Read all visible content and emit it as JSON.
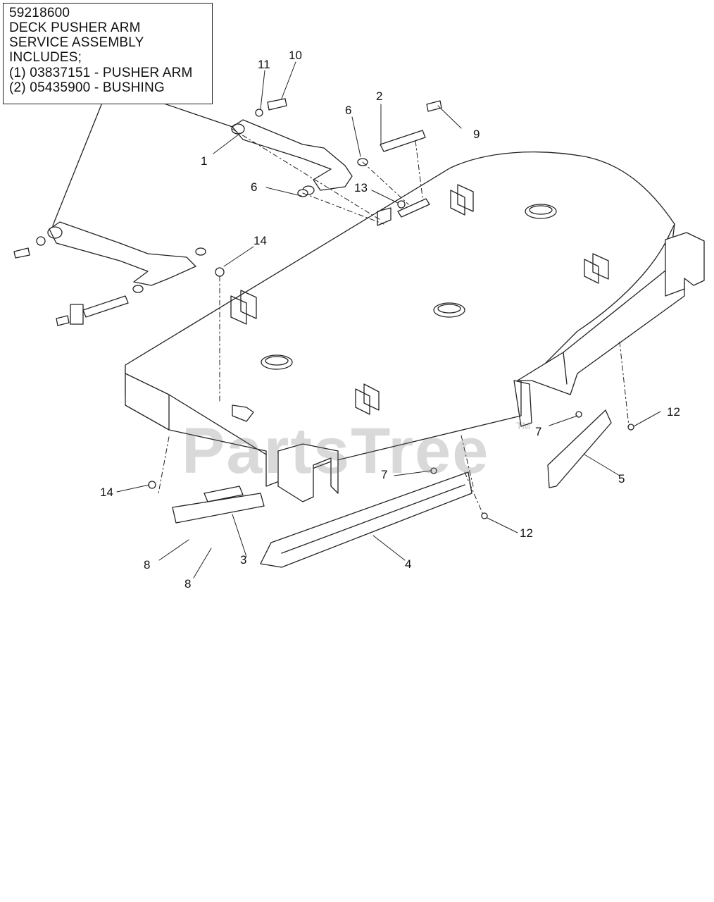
{
  "service_note": {
    "lines": [
      "59218600",
      "DECK PUSHER ARM",
      "SERVICE ASSEMBLY",
      "INCLUDES;",
      "(1) 03837151 - PUSHER ARM",
      "(2) 05435900 - BUSHING"
    ]
  },
  "callouts": [
    "1",
    "2",
    "3",
    "4",
    "5",
    "6",
    "6",
    "7",
    "7",
    "8",
    "8",
    "9",
    "10",
    "11",
    "12",
    "12",
    "13",
    "14",
    "14"
  ],
  "watermark": {
    "text": "PartsTree",
    "mark": "TM"
  }
}
